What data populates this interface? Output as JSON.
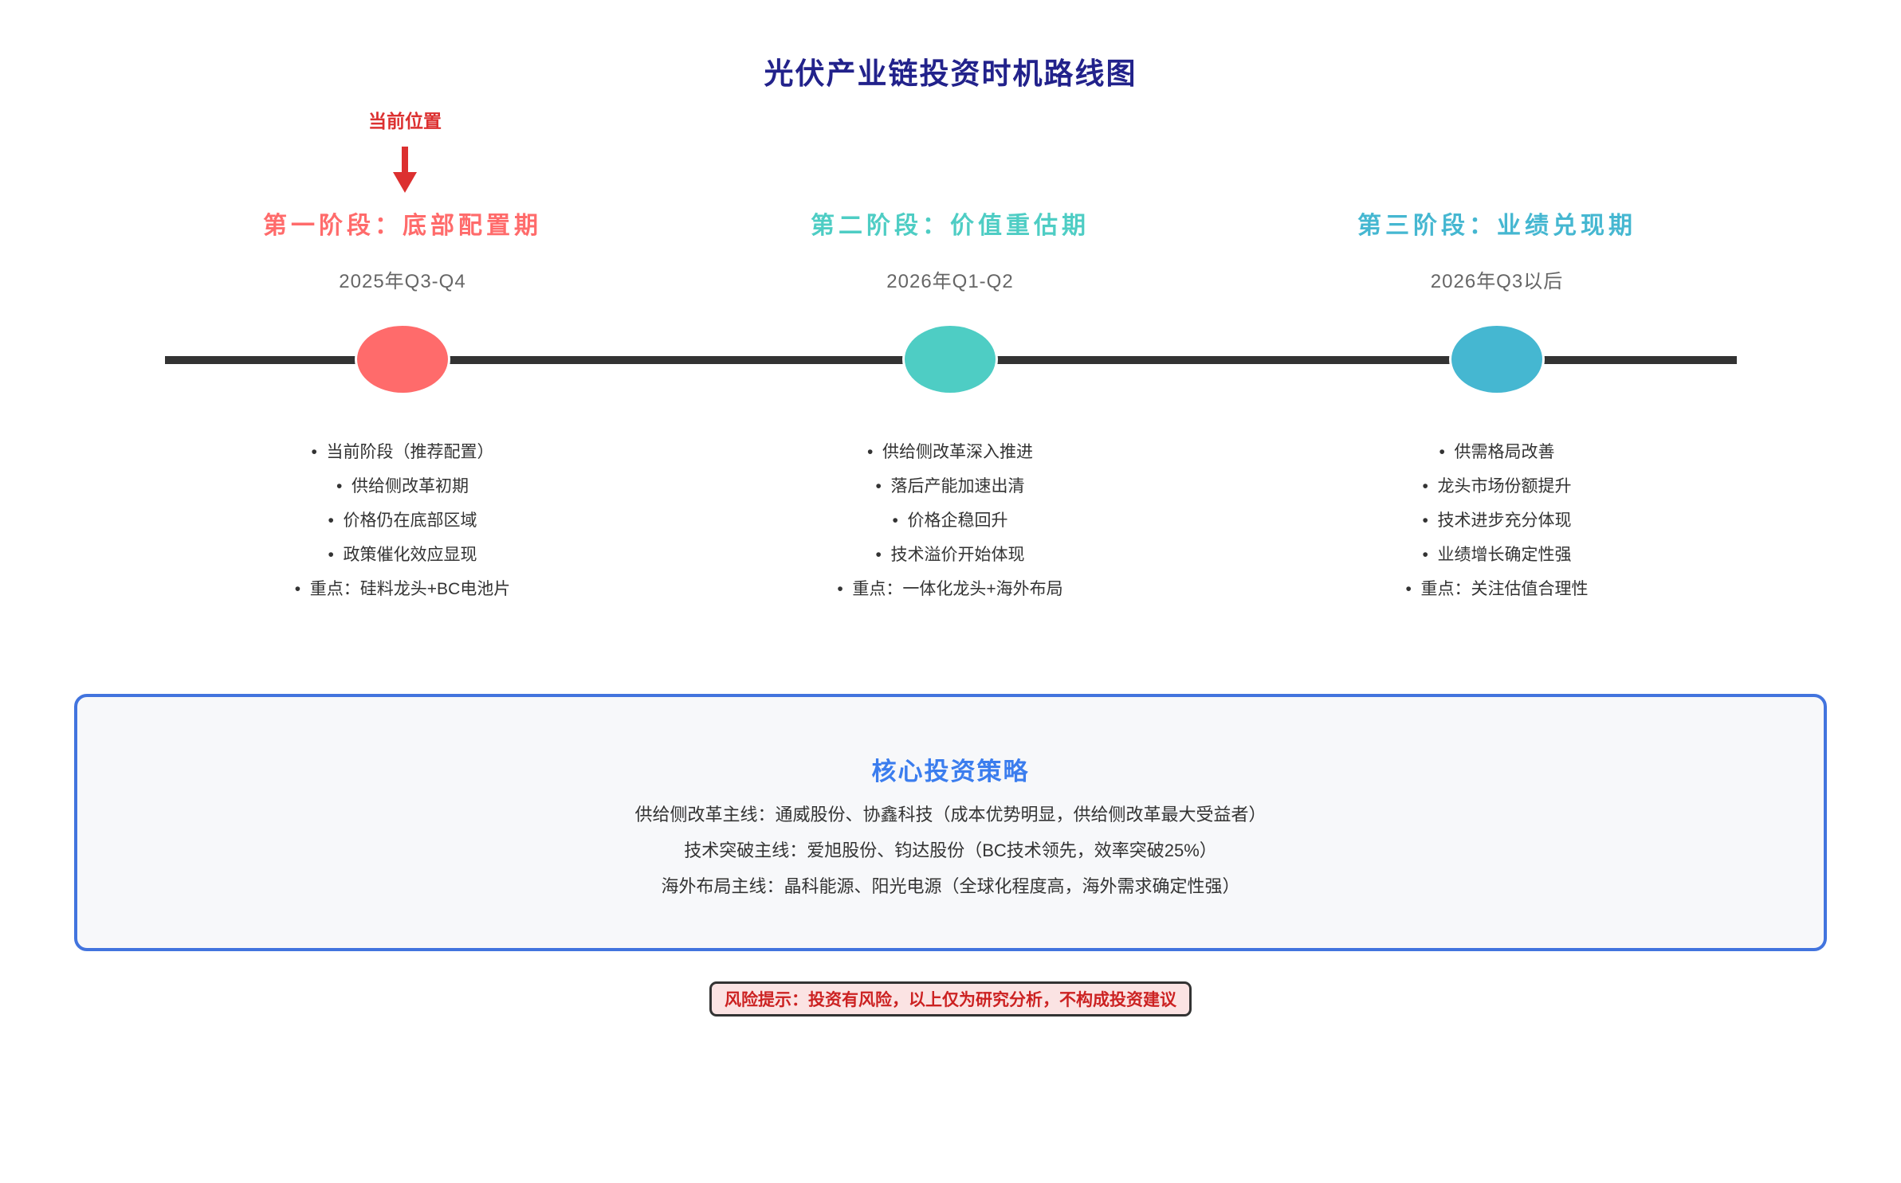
{
  "page": {
    "title": "光伏产业链投资时机路线图"
  },
  "current_marker": {
    "label": "当前位置",
    "icon": "down-arrow-icon",
    "color": "#DC3030"
  },
  "timeline": {
    "line_color": "#333333"
  },
  "phases": [
    {
      "name": "第一阶段：底部配置期",
      "period": "2025年Q3-Q4",
      "color": "#FF6B6B",
      "points": [
        "当前阶段（推荐配置）",
        "供给侧改革初期",
        "价格仍在底部区域",
        "政策催化效应显现",
        "重点：硅料龙头+BC电池片"
      ]
    },
    {
      "name": "第二阶段：价值重估期",
      "period": "2026年Q1-Q2",
      "color": "#4ECDC4",
      "points": [
        "供给侧改革深入推进",
        "落后产能加速出清",
        "价格企稳回升",
        "技术溢价开始体现",
        "重点：一体化龙头+海外布局"
      ]
    },
    {
      "name": "第三阶段：业绩兑现期",
      "period": "2026年Q3以后",
      "color": "#45B7D1",
      "points": [
        "供需格局改善",
        "龙头市场份额提升",
        "技术进步充分体现",
        "业绩增长确定性强",
        "重点：关注估值合理性"
      ]
    }
  ],
  "strategy_box": {
    "title": "核心投资策略",
    "title_color": "#3B7DEE",
    "border_color": "#4274DE",
    "lines": [
      "供给侧改革主线：通威股份、协鑫科技（成本优势明显，供给侧改革最大受益者）",
      "技术突破主线：爱旭股份、钧达股份（BC技术领先，效率突破25%）",
      "海外布局主线：晶科能源、阳光电源（全球化程度高，海外需求确定性强）"
    ]
  },
  "risk_notice": {
    "text": "风险提示：投资有风险，以上仅为研究分析，不构成投资建议",
    "text_color": "#CC2222",
    "background": "#FBE3E3"
  },
  "colors": {
    "title": "#22228B",
    "phase1": "#FF6B6B",
    "phase2": "#4ECDC4",
    "phase3": "#45B7D1",
    "timeline": "#333333",
    "marker_red": "#DC3030"
  },
  "chart_data": {
    "type": "table",
    "title": "光伏产业链投资时机路线图",
    "categories": [
      "第一阶段：底部配置期",
      "第二阶段：价值重估期",
      "第三阶段：业绩兑现期"
    ],
    "periods": [
      "2025年Q3-Q4",
      "2026年Q1-Q2",
      "2026年Q3以后"
    ],
    "current_position_phase": "第一阶段：底部配置期",
    "series": [
      {
        "name": "第一阶段：底部配置期",
        "values": [
          "当前阶段（推荐配置）",
          "供给侧改革初期",
          "价格仍在底部区域",
          "政策催化效应显现",
          "重点：硅料龙头+BC电池片"
        ]
      },
      {
        "name": "第二阶段：价值重估期",
        "values": [
          "供给侧改革深入推进",
          "落后产能加速出清",
          "价格企稳回升",
          "技术溢价开始体现",
          "重点：一体化龙头+海外布局"
        ]
      },
      {
        "name": "第三阶段：业绩兑现期",
        "values": [
          "供需格局改善",
          "龙头市场份额提升",
          "技术进步充分体现",
          "业绩增长确定性强",
          "重点：关注估值合理性"
        ]
      }
    ]
  }
}
